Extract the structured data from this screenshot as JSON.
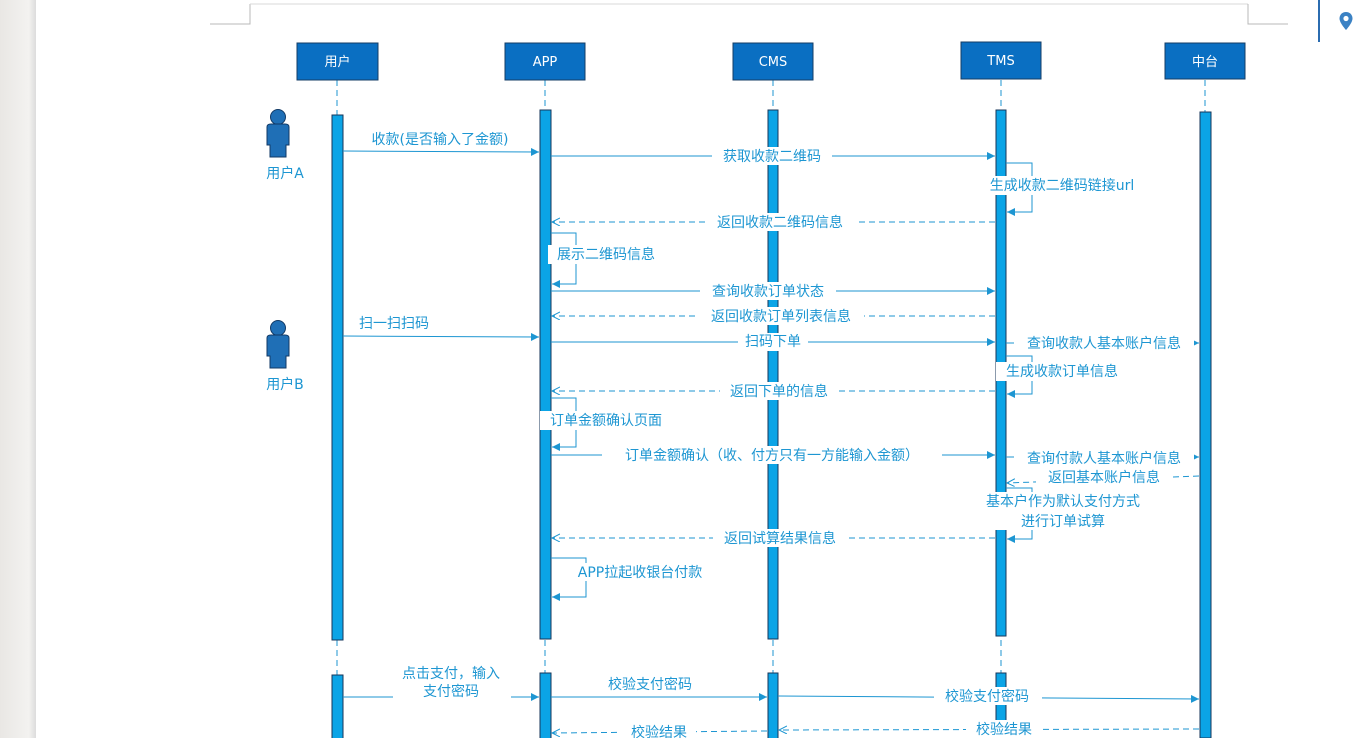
{
  "participants": [
    {
      "id": "user",
      "label": "用户"
    },
    {
      "id": "app",
      "label": "APP"
    },
    {
      "id": "cms",
      "label": "CMS"
    },
    {
      "id": "tms",
      "label": "TMS"
    },
    {
      "id": "mid",
      "label": "中台"
    }
  ],
  "actors": [
    {
      "id": "actor-a",
      "label": "用户A"
    },
    {
      "id": "actor-b",
      "label": "用户B"
    }
  ],
  "messages": [
    {
      "id": "m1",
      "text": "收款(是否输入了金额)"
    },
    {
      "id": "m2",
      "text": "获取收款二维码"
    },
    {
      "id": "m3",
      "text": "生成收款二维码链接url"
    },
    {
      "id": "m4",
      "text": "返回收款二维码信息"
    },
    {
      "id": "m5",
      "text": "展示二维码信息"
    },
    {
      "id": "m6",
      "text": "查询收款订单状态"
    },
    {
      "id": "m7",
      "text": "返回收款订单列表信息"
    },
    {
      "id": "m8",
      "text": "扫一扫扫码"
    },
    {
      "id": "m9",
      "text": "扫码下单"
    },
    {
      "id": "m10",
      "text": "查询收款人基本账户信息"
    },
    {
      "id": "m11",
      "text": "生成收款订单信息"
    },
    {
      "id": "m12",
      "text": "返回下单的信息"
    },
    {
      "id": "m13",
      "text": "订单金额确认页面"
    },
    {
      "id": "m14",
      "text": "订单金额确认（收、付方只有一方能输入金额）"
    },
    {
      "id": "m15",
      "text": "查询付款人基本账户信息"
    },
    {
      "id": "m16",
      "text": "返回基本账户信息"
    },
    {
      "id": "m17a",
      "text": "基本户作为默认支付方式"
    },
    {
      "id": "m17b",
      "text": "进行订单试算"
    },
    {
      "id": "m18",
      "text": "返回试算结果信息"
    },
    {
      "id": "m19",
      "text": "APP拉起收银台付款"
    },
    {
      "id": "m20a",
      "text": "点击支付，输入"
    },
    {
      "id": "m20b",
      "text": "支付密码"
    },
    {
      "id": "m21",
      "text": "校验支付密码"
    },
    {
      "id": "m22",
      "text": "校验支付密码"
    },
    {
      "id": "m23",
      "text": "校验结果"
    },
    {
      "id": "m24",
      "text": "校验结果"
    }
  ],
  "colors": {
    "header_fill": "#0a6fc2",
    "lifeline_fill": "#0ba4e6",
    "line": "#1d96d2",
    "actor": "#1f6fb6"
  },
  "toolbar": {
    "location_icon": "map-pin-icon"
  }
}
